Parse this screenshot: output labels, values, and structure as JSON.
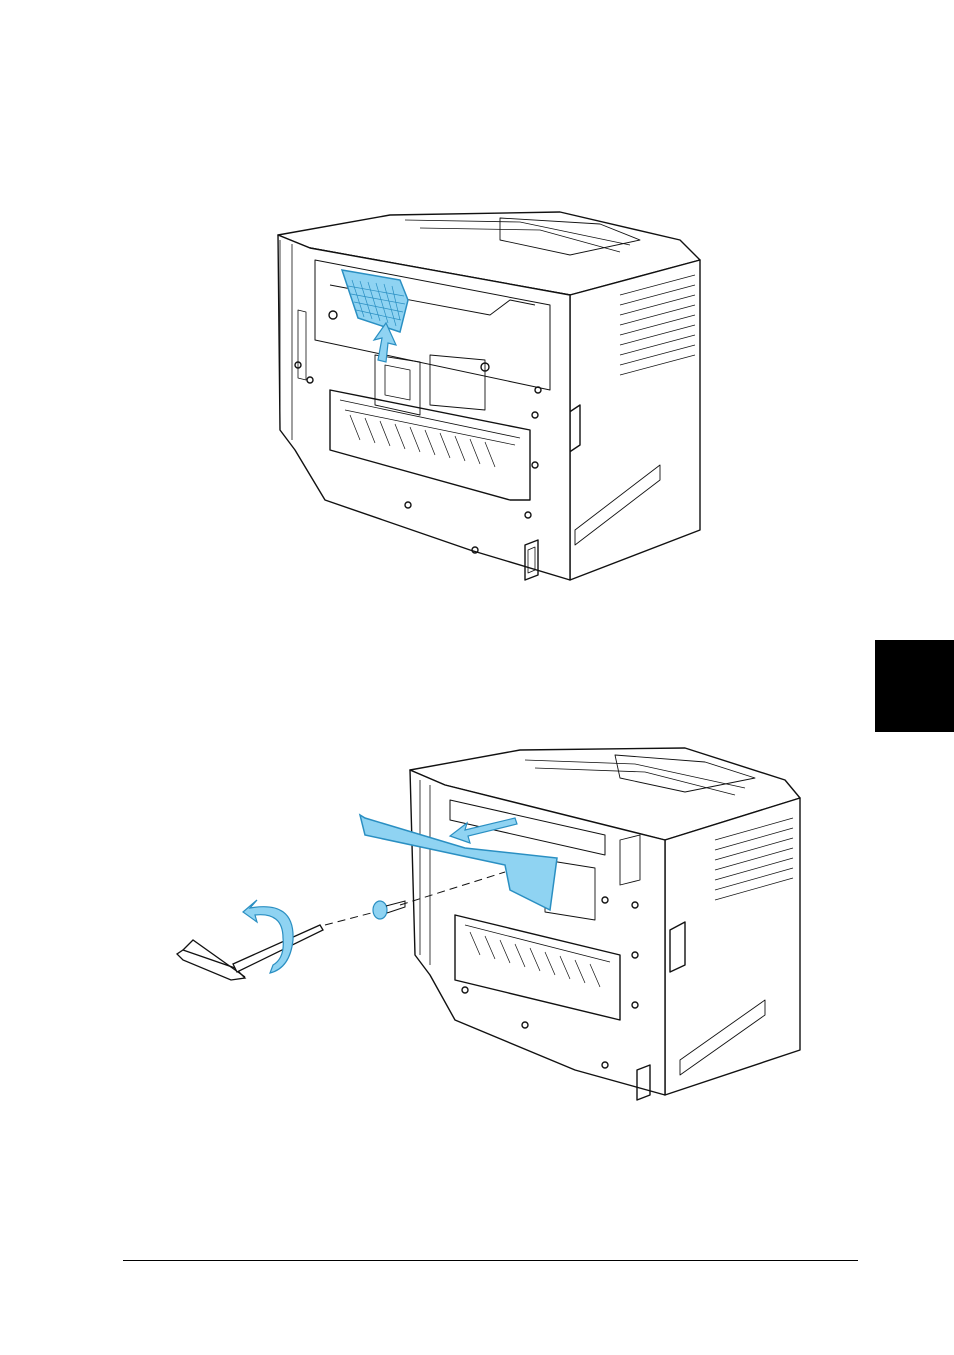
{
  "colors": {
    "accent_blue": "#8fd3f2",
    "accent_blue_stroke": "#2a8fc2",
    "line": "#111111",
    "tab": "#000000",
    "paper": "#ffffff"
  },
  "figures": [
    {
      "id": "remove-filter-cover",
      "depicts": "printer-rear-view",
      "highlight": "filter-grille-cover",
      "arrow": "up"
    },
    {
      "id": "remove-rear-cover",
      "depicts": "printer-rear-view",
      "highlight": "rear-panel-cover",
      "tool": "hex-wrench",
      "part": "screw",
      "arrow": "left"
    }
  ],
  "chapter_tab": {
    "visible": true
  },
  "footer_rule": {
    "visible": true
  }
}
